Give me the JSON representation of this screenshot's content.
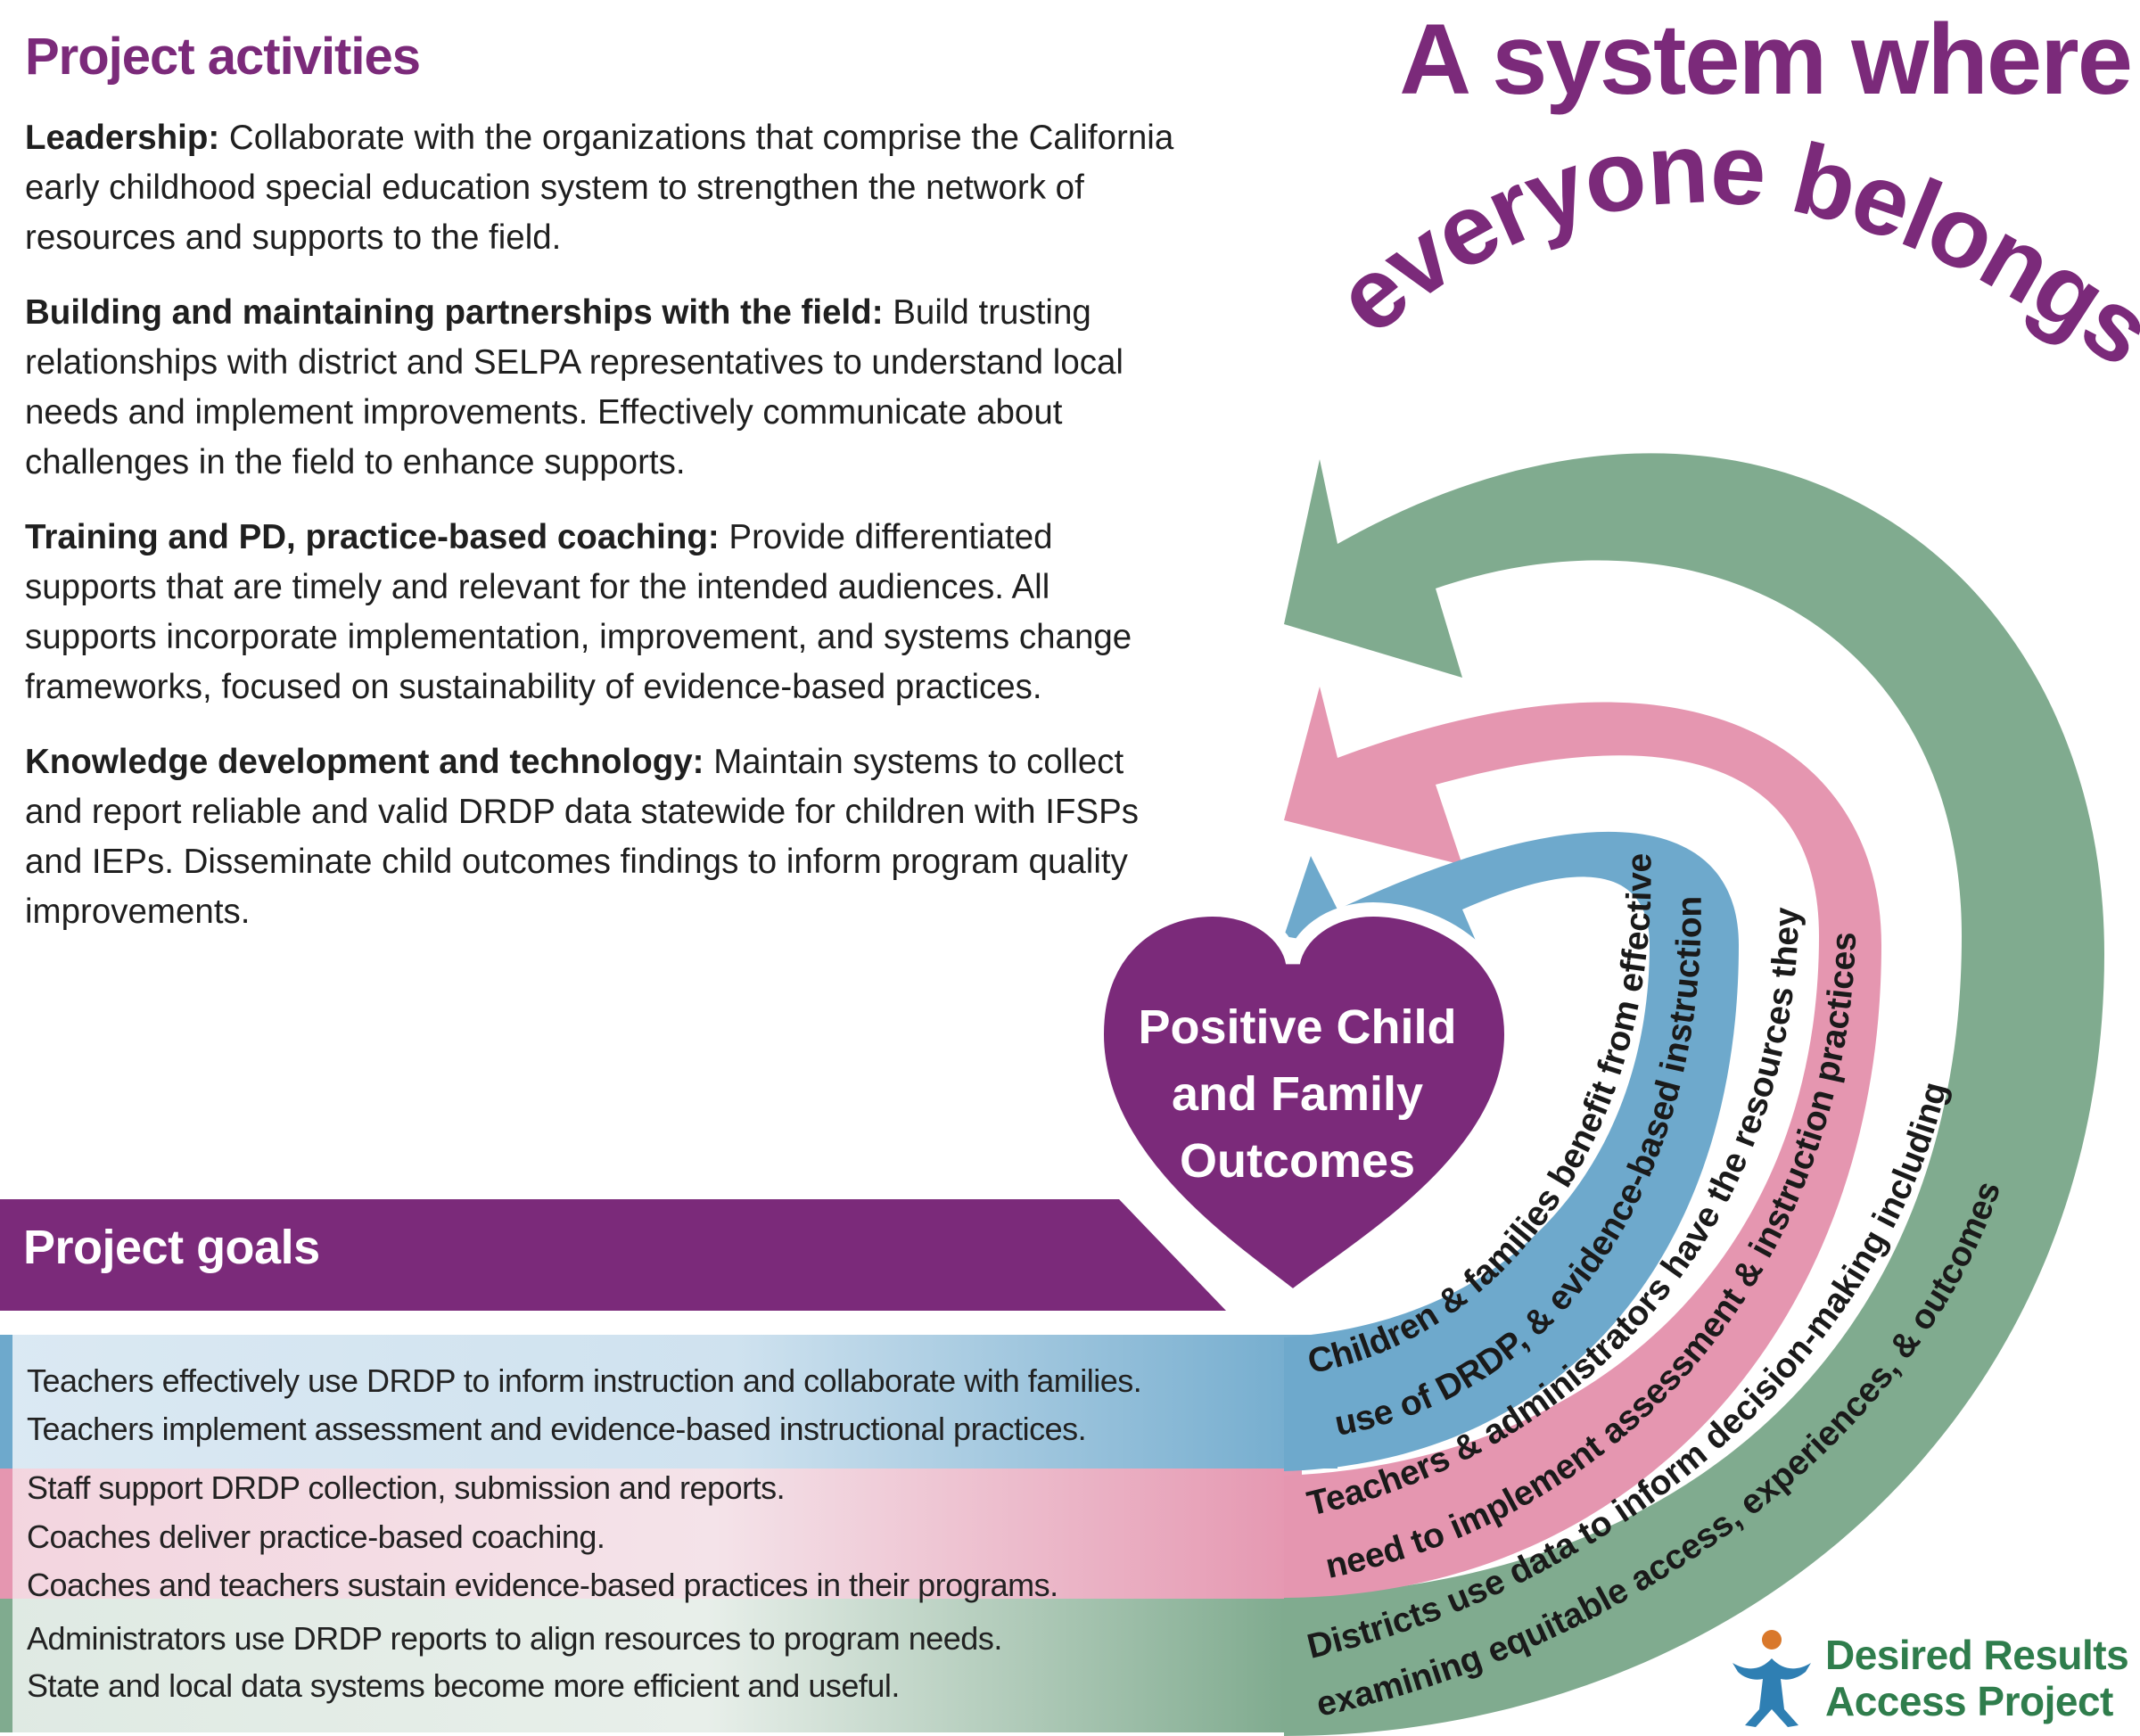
{
  "headline": {
    "line1": "A system where",
    "line2": "everyone belongs",
    "color": "#7b2a7a"
  },
  "activities": {
    "title": "Project activities",
    "items": [
      {
        "heading": "Leadership:",
        "text": " Collaborate with the organizations that comprise the California early childhood special education system to strengthen the network of resources and supports to the field."
      },
      {
        "heading": "Building and maintaining partnerships with the field:",
        "text": " Build trusting relationships with district and SELPA representatives to understand local needs and implement improvements. Effectively communicate about challenges in the field to enhance supports."
      },
      {
        "heading": "Training and PD, practice-based coaching:",
        "text": " Provide differentiated supports that are timely and relevant for the intended audiences. All supports incorporate implementation, improvement, and systems change frameworks, focused on sustainability of evidence-based practices."
      },
      {
        "heading": "Knowledge development and technology:",
        "text": " Maintain systems to collect and report reliable and valid DRDP data statewide for children with IFSPs and IEPs. Disseminate child outcomes findings to inform program quality improvements."
      }
    ]
  },
  "heart": {
    "lines": [
      "Positive Child",
      "and Family",
      "Outcomes"
    ],
    "color": "#7b2a7a"
  },
  "arcs": {
    "blue": {
      "text": "Children & families benefit from effective use of DRDP, & evidence-based instruction",
      "line1": "Children & families benefit from effective",
      "line2": "use of DRDP, & evidence-based instruction",
      "color": "#6ea9cc"
    },
    "pink": {
      "text": "Teachers & administrators have the resources they need to implement assessment & instruction practices",
      "line1": "Teachers & administrators have the resources they",
      "line2": "need to implement assessment & instruction practices",
      "color": "#e596b0"
    },
    "green": {
      "text": "Districts use data to inform decision-making including examining equitable access, experiences, & outcomes",
      "line1": "Districts use data to inform decision-making including",
      "line2": "examining equitable access, experiences, & outcomes",
      "color": "#80ab8f"
    }
  },
  "goals": {
    "title": "Project goals",
    "blue": [
      "Teachers effectively use DRDP to inform instruction and collaborate with families.",
      "Teachers implement assessment and evidence-based instructional practices."
    ],
    "pink": [
      "Staff support DRDP collection, submission and reports.",
      "Coaches deliver practice-based coaching.",
      "Coaches and teachers sustain evidence-based practices in their programs."
    ],
    "green": [
      "Administrators use DRDP reports to align resources to program needs.",
      "State and local data systems become more efficient and useful."
    ]
  },
  "logo": {
    "line1": "Desired Results",
    "line2": "Access Project",
    "icon": "person-figure-icon"
  }
}
